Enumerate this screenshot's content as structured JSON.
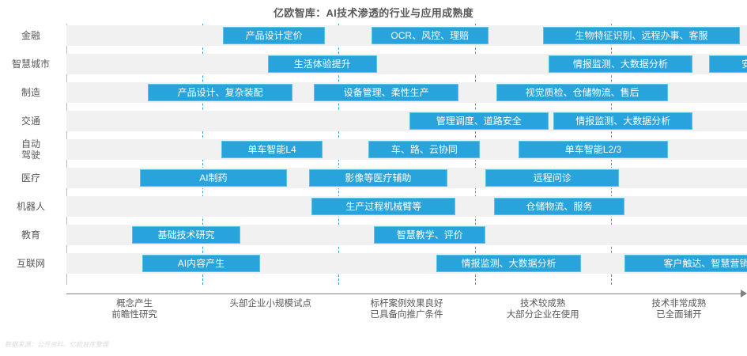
{
  "chart_data": {
    "type": "bar",
    "title": "亿欧智库：AI技术渗透的行业与应用成熟度",
    "xlabel": "",
    "ylabel": "",
    "orientation": "horizontal",
    "xlim": [
      0,
      5
    ],
    "grid": "vertical-dashed",
    "legend": "none",
    "source_note": "数据来源：公开资料、亿欧智库整理",
    "stage_boundaries": [
      1,
      2,
      3,
      4,
      5
    ],
    "stages": [
      {
        "index": 1,
        "line1": "概念产生",
        "line2": "前瞻性研究",
        "center": 0.5
      },
      {
        "index": 2,
        "line1": "头部企业小规模试点",
        "line2": "",
        "center": 1.5
      },
      {
        "index": 3,
        "line1": "标杆案例效果良好",
        "line2": "已具备向推广条件",
        "center": 2.5
      },
      {
        "index": 4,
        "line1": "技术较成熟",
        "line2": "大部分企业在使用",
        "center": 3.5
      },
      {
        "index": 5,
        "line1": "技术非常成熟",
        "line2": "已全面铺开",
        "center": 4.5
      }
    ],
    "categories": [
      "金融",
      "智慧城市",
      "制造",
      "交通",
      "自动驾驶",
      "医疗",
      "机器人",
      "教育",
      "互联网"
    ],
    "category_labels": [
      {
        "line1": "金融",
        "line2": ""
      },
      {
        "line1": "智慧城市",
        "line2": ""
      },
      {
        "line1": "制造",
        "line2": ""
      },
      {
        "line1": "交通",
        "line2": ""
      },
      {
        "line1": "自动",
        "line2": "驾驶"
      },
      {
        "line1": "医疗",
        "line2": ""
      },
      {
        "line1": "机器人",
        "line2": ""
      },
      {
        "line1": "教育",
        "line2": ""
      },
      {
        "line1": "互联网",
        "line2": ""
      }
    ],
    "rows": [
      {
        "category": "金融",
        "items": [
          {
            "label": "产品设计定价",
            "start": 1.15,
            "end": 1.9
          },
          {
            "label": "OCR、风控、理赔",
            "start": 2.24,
            "end": 3.1
          },
          {
            "label": "生物特征识别、远程办事、客服",
            "start": 3.5,
            "end": 4.95
          }
        ]
      },
      {
        "category": "智慧城市",
        "items": [
          {
            "label": "生活体验提升",
            "start": 1.48,
            "end": 2.28
          },
          {
            "label": "情报监测、大数据分析",
            "start": 3.54,
            "end": 4.6
          },
          {
            "label": "安防",
            "start": 4.72,
            "end": 5.34
          }
        ]
      },
      {
        "category": "制造",
        "items": [
          {
            "label": "产品设计、复杂装配",
            "start": 0.6,
            "end": 1.66
          },
          {
            "label": "设备管理、柔性生产",
            "start": 1.82,
            "end": 2.88
          },
          {
            "label": "视觉质检、仓储物流、售后",
            "start": 3.16,
            "end": 4.42
          }
        ]
      },
      {
        "category": "交通",
        "items": [
          {
            "label": "管理调度、道路安全",
            "start": 2.52,
            "end": 3.54
          },
          {
            "label": "情报监测、大数据分析",
            "start": 3.58,
            "end": 4.6
          }
        ]
      },
      {
        "category": "自动驾驶",
        "items": [
          {
            "label": "单车智能L4",
            "start": 1.14,
            "end": 1.88
          },
          {
            "label": "车、路、云协同",
            "start": 2.22,
            "end": 3.04
          },
          {
            "label": "单车智能L2/3",
            "start": 3.32,
            "end": 4.42
          }
        ]
      },
      {
        "category": "医疗",
        "items": [
          {
            "label": "AI制药",
            "start": 0.54,
            "end": 1.62
          },
          {
            "label": "影像等医疗辅助",
            "start": 1.78,
            "end": 2.8
          },
          {
            "label": "远程问诊",
            "start": 3.08,
            "end": 4.06
          }
        ]
      },
      {
        "category": "机器人",
        "items": [
          {
            "label": "生产过程机械臂等",
            "start": 1.8,
            "end": 2.86
          },
          {
            "label": "仓储物流、服务",
            "start": 3.14,
            "end": 4.1
          }
        ]
      },
      {
        "category": "教育",
        "items": [
          {
            "label": "基础技术研究",
            "start": 0.48,
            "end": 1.28
          },
          {
            "label": "智慧教学、评价",
            "start": 2.26,
            "end": 3.08
          }
        ]
      },
      {
        "category": "互联网",
        "items": [
          {
            "label": "AI内容产生",
            "start": 0.56,
            "end": 1.42
          },
          {
            "label": "情报监测、大数据分析",
            "start": 2.72,
            "end": 3.78
          },
          {
            "label": "客户触达、智慧营销",
            "start": 4.1,
            "end": 5.3
          }
        ]
      }
    ]
  }
}
